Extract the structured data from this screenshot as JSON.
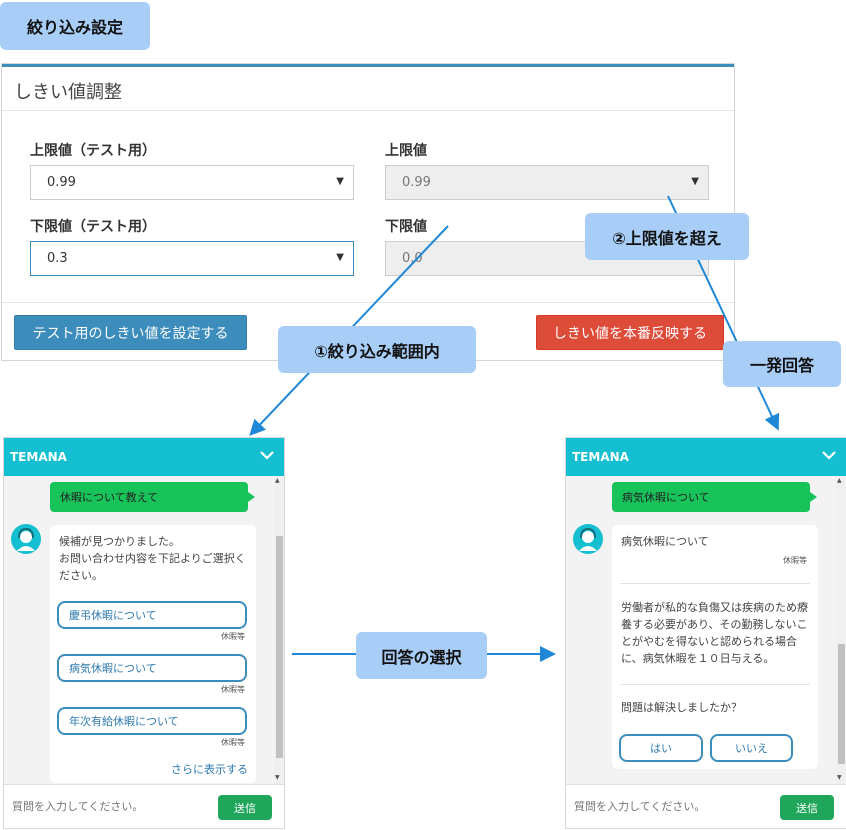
{
  "callouts": {
    "filter_settings": "絞り込み設定",
    "exceed_upper": "②上限値を超え",
    "within_filter": "①絞り込み範囲内",
    "one_shot": "一発回答",
    "choose_answer": "回答の選択"
  },
  "panel": {
    "title": "しきい値調整",
    "upper_test_label": "上限値（テスト用）",
    "upper_test_value": "0.99",
    "upper_label": "上限値",
    "upper_value": "0.99",
    "lower_test_label": "下限値（テスト用）",
    "lower_test_value": "0.3",
    "lower_label": "下限値",
    "lower_value": "0.0",
    "set_test_button": "テスト用のしきい値を設定する",
    "apply_prod_button": "しきい値を本番反映する"
  },
  "chat_left": {
    "header": "TEMANA",
    "user_message": "休暇について教えて",
    "bot_lines": [
      "候補が見つかりました。",
      "お問い合わせ内容を下記よりご選択く",
      "ださい。"
    ],
    "options": [
      {
        "label": "慶弔休暇について",
        "tag": "休暇等"
      },
      {
        "label": "病気休暇について",
        "tag": "休暇等"
      },
      {
        "label": "年次有給休暇について",
        "tag": "休暇等"
      }
    ],
    "show_more": "さらに表示する",
    "input_placeholder": "質問を入力してください。",
    "send": "送信"
  },
  "chat_right": {
    "header": "TEMANA",
    "user_message": "病気休暇について",
    "answer_title": "病気休暇について",
    "answer_tag": "休暇等",
    "answer_lines": [
      "労働者が私的な負傷又は疾病のため療",
      "養する必要があり、その勤務しないこ",
      "とがやむを得ないと認められる場合",
      "に、病気休暇を１０日与える。"
    ],
    "question": "問題は解決しましたか？",
    "yes": "はい",
    "no": "いいえ",
    "input_placeholder": "質問を入力してください。",
    "send": "送信"
  },
  "colors": {
    "header_teal": "#14bfd1",
    "user_bubble": "#18c35a",
    "callout": "#a8cdf7",
    "primary_blue": "#3c8dbc",
    "danger_red": "#dd4b39",
    "send_green": "#1fa65a"
  }
}
